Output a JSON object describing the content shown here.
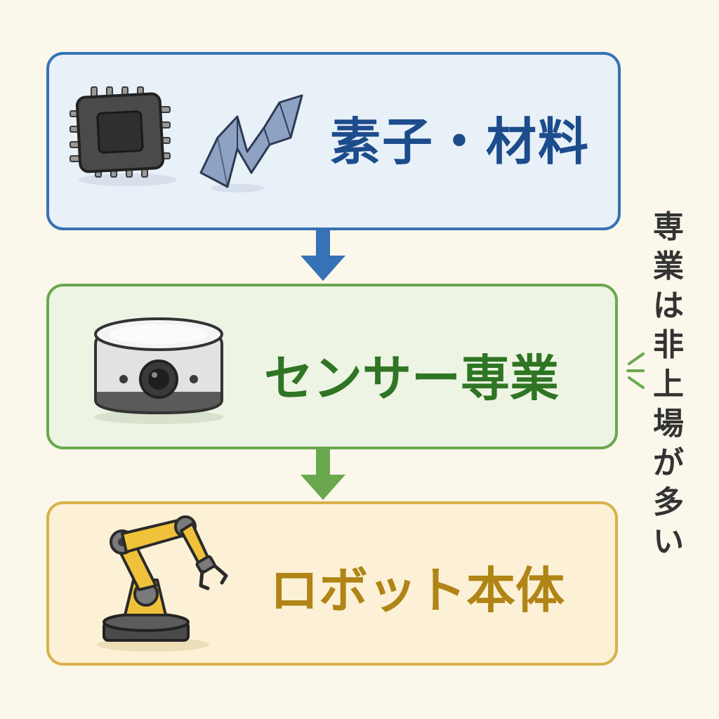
{
  "panels": [
    {
      "label": "素子・材料",
      "color": "#1d4c8c",
      "border": "#3672b5",
      "background": "#e8f0f8",
      "icons": [
        "chip-icon",
        "flexible-film-icon"
      ]
    },
    {
      "label": "センサー専業",
      "color": "#2f7524",
      "border": "#6aa84f",
      "background": "#eef4e4",
      "icons": [
        "sensor-camera-icon"
      ]
    },
    {
      "label": "ロボット本体",
      "color": "#b08415",
      "border": "#d8b24a",
      "background": "#fcf1d6",
      "icons": [
        "robot-arm-icon"
      ]
    }
  ],
  "arrows": [
    {
      "color": "#3672b5",
      "icon": "arrow-down-icon"
    },
    {
      "color": "#6aa84f",
      "icon": "arrow-down-icon"
    }
  ],
  "side_note": {
    "text": "専業は非上場が多い",
    "color": "#333333",
    "pointer_color": "#6aa84f"
  },
  "background": "#fbf7ea"
}
